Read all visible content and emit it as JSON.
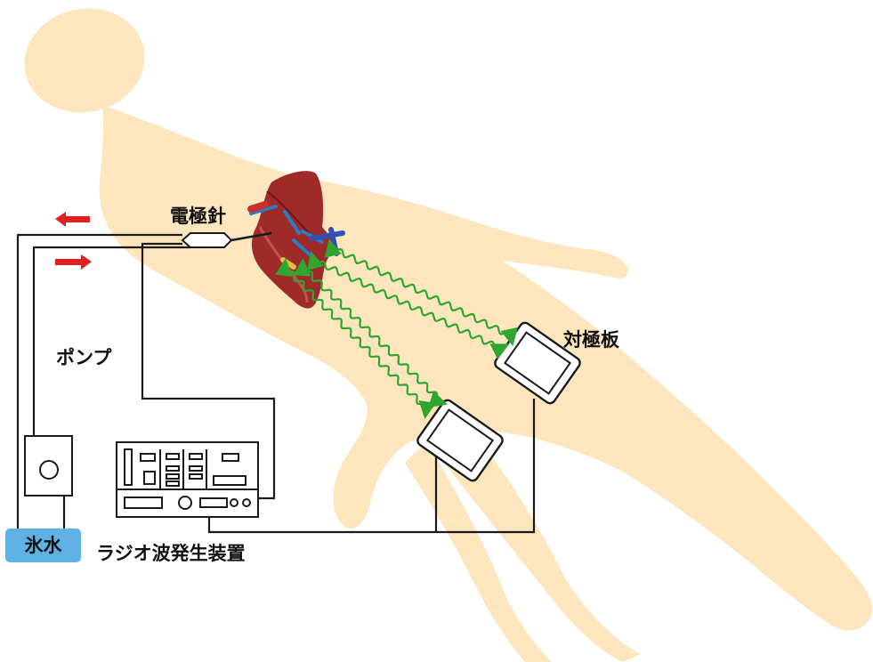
{
  "labels": {
    "electrode_needle": "電極針",
    "counter_electrode": "対極板",
    "pump": "ポンプ",
    "ice_water": "氷水",
    "rf_generator": "ラジオ波発生装置"
  },
  "colors": {
    "body": "#fde5bd",
    "ice_water_box": "#5fb2e6",
    "flow_arrow": "#e02020",
    "current_wave": "#2fa62f",
    "liver": "#9e2a2a",
    "wire": "#1a1a1a"
  },
  "icons": {
    "flow_out": "left-arrow-icon",
    "flow_in": "right-arrow-icon",
    "pump": "pump-icon",
    "generator": "generator-icon",
    "electrode_pads": "electrode-pad-icon",
    "liver": "liver-icon"
  }
}
